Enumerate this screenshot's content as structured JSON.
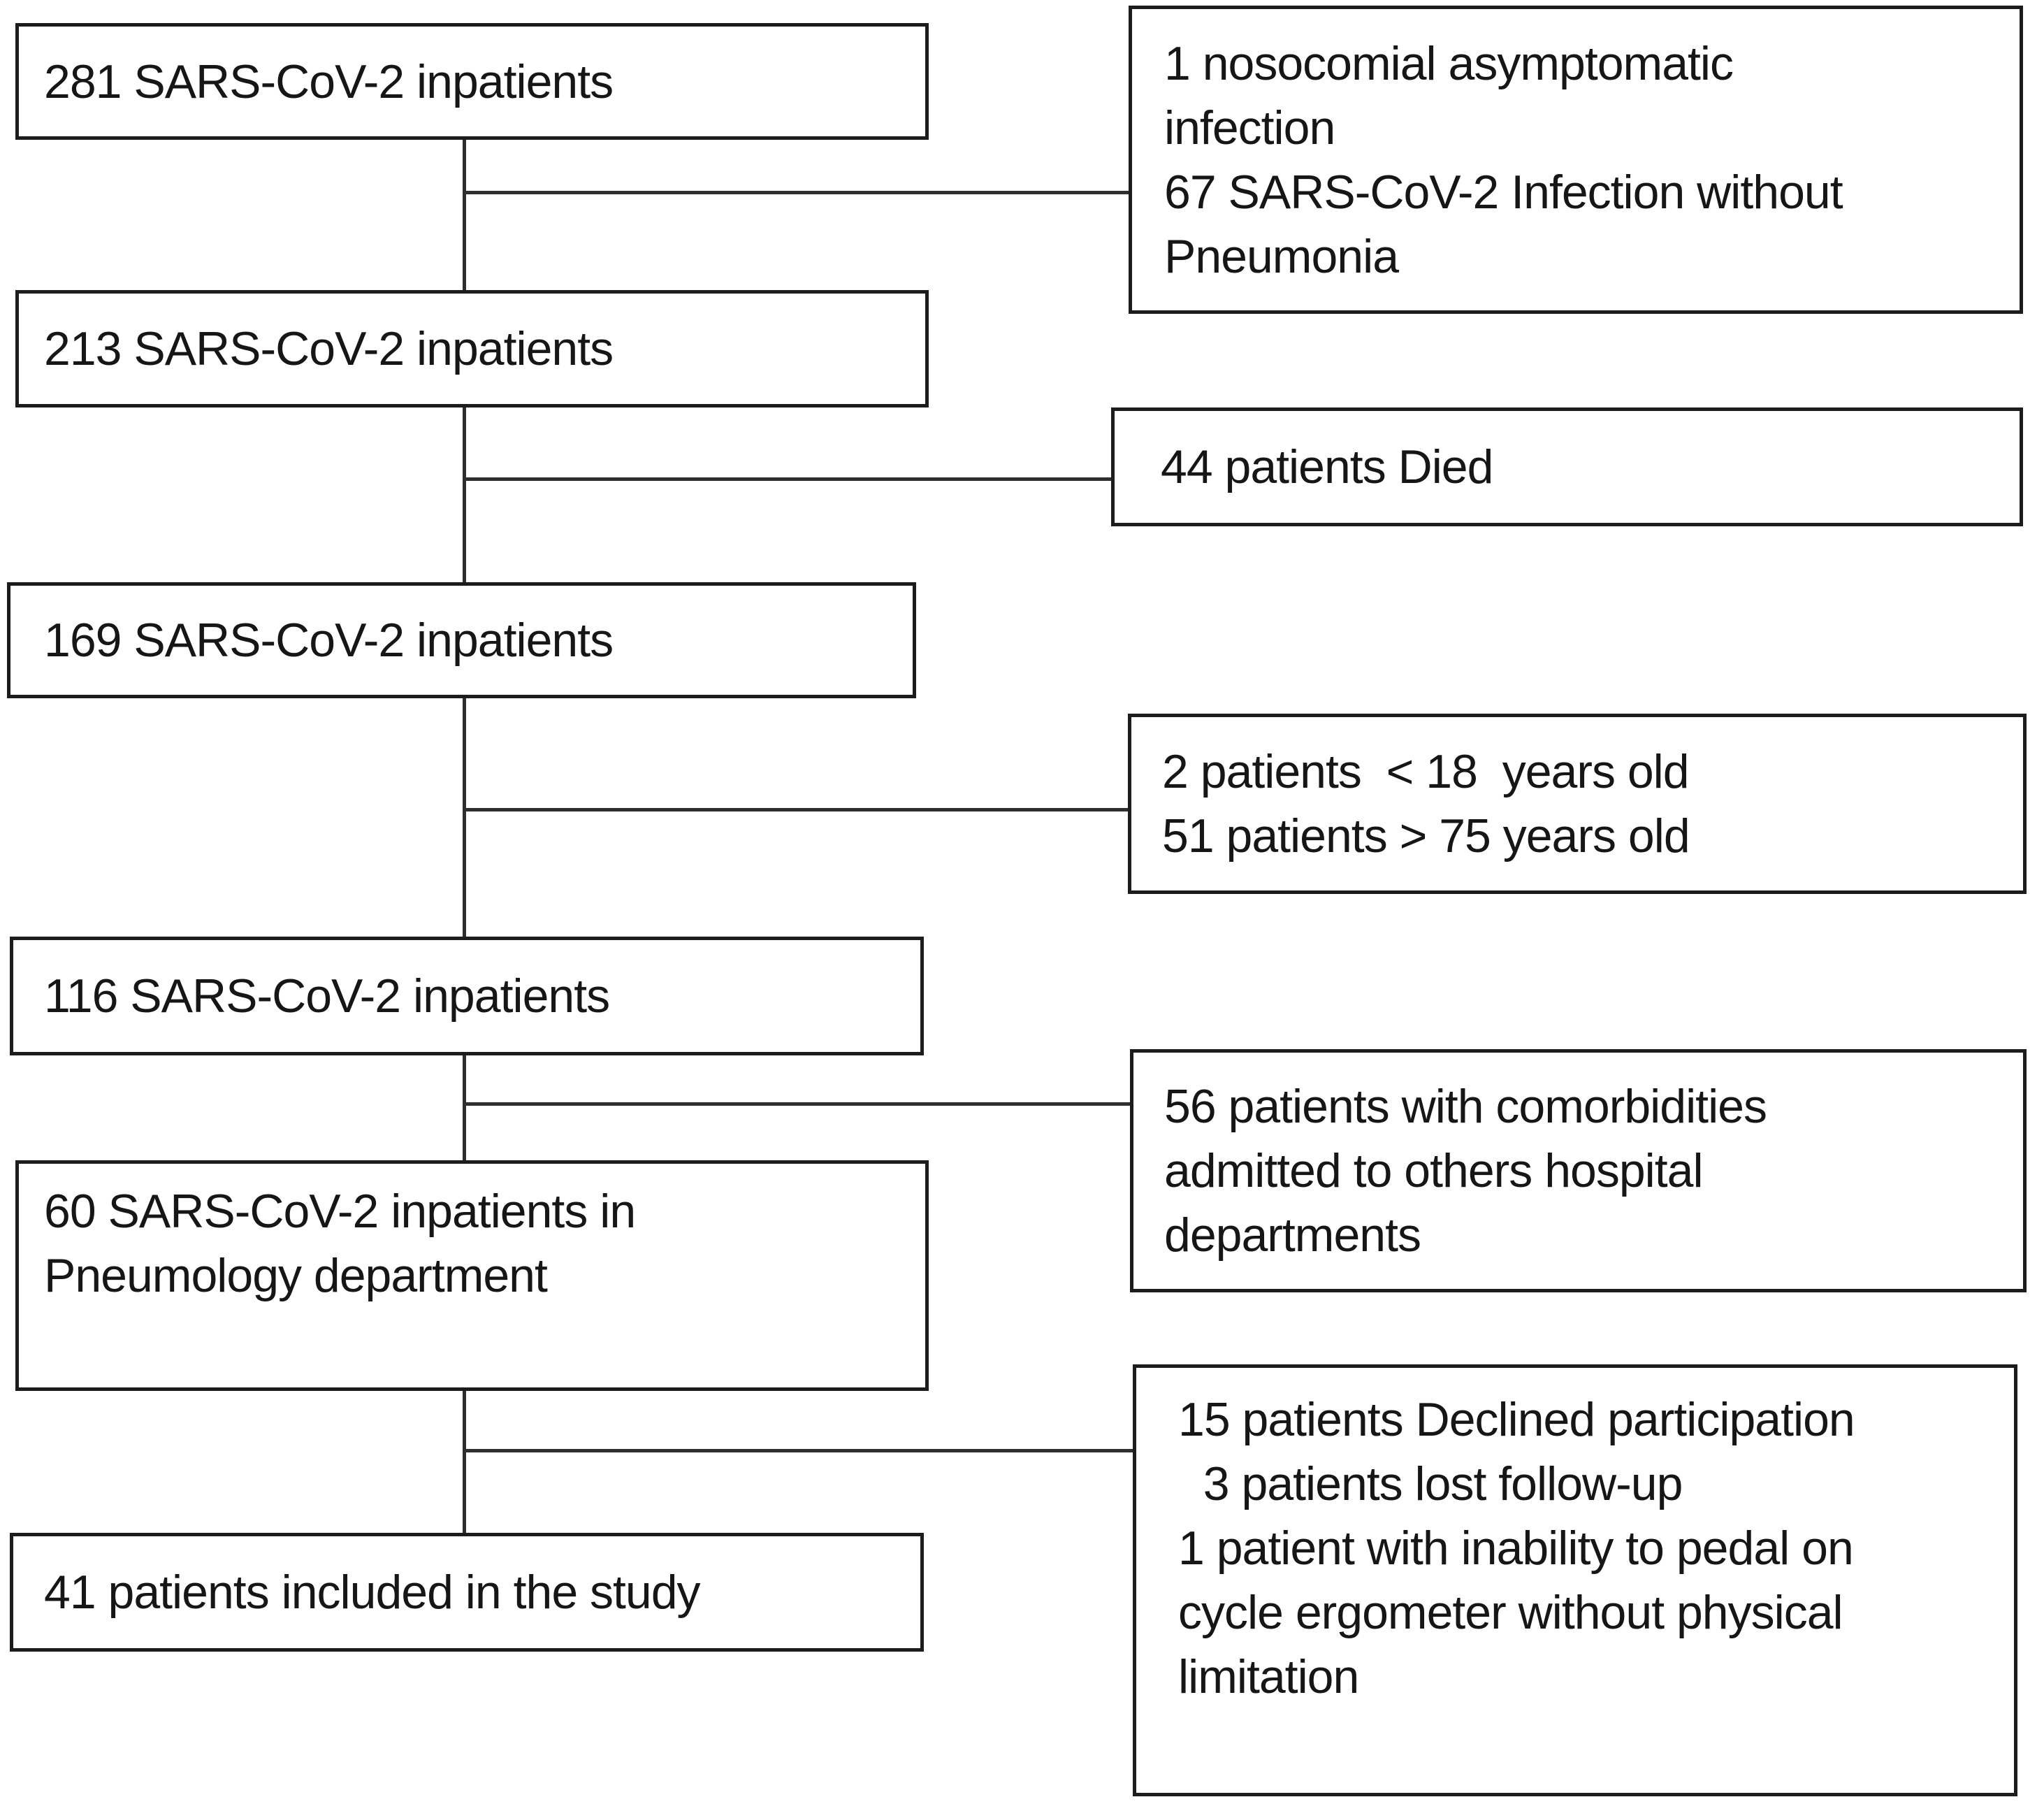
{
  "diagram": {
    "type": "patient-flow-diagram",
    "title_implicit": "SARS-CoV-2 inpatients study inclusion flow",
    "colors": {
      "background": "#ffffff",
      "box_border": "#1c1c1c",
      "text": "#161616",
      "connector_line": "#2e2e2e"
    },
    "left_column": [
      {
        "lines": [
          "281 SARS-CoV-2 inpatients"
        ]
      },
      {
        "lines": [
          "213 SARS-CoV-2 inpatients"
        ]
      },
      {
        "lines": [
          "169 SARS-CoV-2 inpatients"
        ]
      },
      {
        "lines": [
          "116 SARS-CoV-2 inpatients"
        ]
      },
      {
        "lines": [
          "60 SARS-CoV-2 inpatients in",
          "Pneumology department"
        ]
      },
      {
        "lines": [
          "41 patients included in the study"
        ]
      }
    ],
    "right_column": [
      {
        "lines": [
          "1 nosocomial asymptomatic",
          "infection",
          "67 SARS-CoV-2 Infection without",
          "Pneumonia"
        ]
      },
      {
        "lines": [
          "44 patients Died"
        ]
      },
      {
        "lines": [
          "2 patients  < 18  years old",
          "51 patients > 75 years old"
        ]
      },
      {
        "lines": [
          "56 patients with comorbidities",
          "admitted to others hospital",
          "departments"
        ]
      },
      {
        "lines": [
          "15 patients Declined participation",
          "  3 patients lost follow-up",
          "1 patient with inability to pedal on",
          "cycle ergometer without physical",
          "limitation"
        ]
      }
    ]
  }
}
